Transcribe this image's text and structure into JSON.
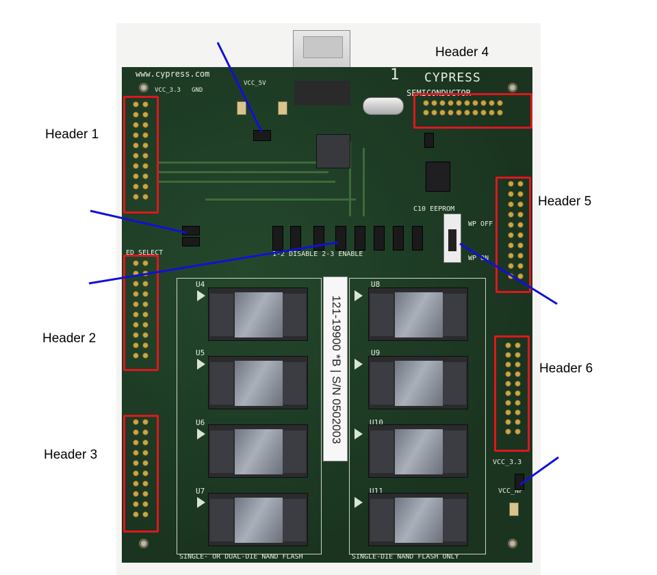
{
  "header_labels": {
    "h1": "Header 1",
    "h2": "Header 2",
    "h3": "Header 3",
    "h4": "Header 4",
    "h5": "Header 5",
    "h6": "Header 6"
  },
  "board": {
    "url": "www.cypress.com",
    "brand": "CYPRESS",
    "brand_sub": "SEMICONDUCTOR",
    "board_num": "1",
    "part_number": "121-19900 *B",
    "serial": "S/N 0502003",
    "jumper_text": "1-2 DISABLE 2-3 ENABLE",
    "ed_select": "ED SELECT",
    "eeprom": "C10 EEPROM",
    "wp_off": "WP OFF",
    "wp_on": "WP ON",
    "vcc_33": "VCC_3.3",
    "vcc_nf": "VCC_NF",
    "vcc_5v": "VCC_5V",
    "gnd": "GND",
    "bottom_left": "SINGLE- OR DUAL-DIE NAND FLASH",
    "bottom_right": "SINGLE-DIE NAND FLASH ONLY",
    "sockets_left": [
      "U4",
      "U5",
      "U6",
      "U7"
    ],
    "sockets_right": [
      "U8",
      "U9",
      "U10",
      "U11"
    ]
  },
  "colors": {
    "highlight": "#e0161e",
    "pointer": "#1010d8",
    "pcb": "#1d3a24"
  }
}
